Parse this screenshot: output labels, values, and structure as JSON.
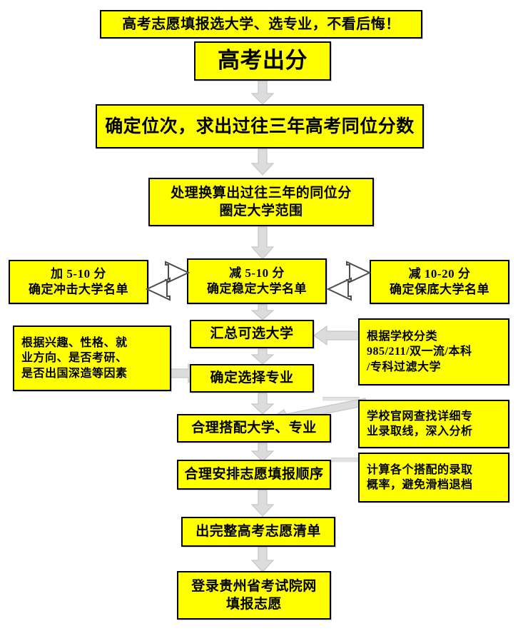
{
  "diagram": {
    "title": "高考志愿填报流程图",
    "palette": {
      "box_fill": "#FFFF00",
      "box_border": "#000000",
      "text": "#000000",
      "gray_arrow_fill": "#DCDCDC",
      "gray_arrow_stroke": "#BFBFBF",
      "white_arrow_fill": "#FFFFFF",
      "white_arrow_stroke": "#4D4D4D",
      "background": "#FFFFFF"
    },
    "nodes": {
      "banner": {
        "line1": "高考志愿填报选大学、选专业，不看后悔！"
      },
      "start": {
        "line1": "高考出分"
      },
      "rank": {
        "line1": "确定位次，求出过往三年高考同位分数"
      },
      "convert": {
        "line1": "处理换算出过往三年的同位分",
        "line2": "圈定大学范围"
      },
      "rush": {
        "line1": "加 5-10 分",
        "line2": "确定冲击大学名单"
      },
      "stable": {
        "line1": "减 5-10 分",
        "line2": "确定稳定大学名单"
      },
      "safety": {
        "line1": "减 10-20 分",
        "line2": "确定保底大学名单"
      },
      "interest": {
        "line1": "根据兴趣、性格、就",
        "line2": "业方向、是否考研、",
        "line3": "是否出国深造等因素"
      },
      "summary": {
        "line1": "汇总可选大学"
      },
      "classify": {
        "line1": "根据学校分类",
        "line2": "985/211/双一流/本科",
        "line3": "/专科过滤大学"
      },
      "major": {
        "line1": "确定选择专业"
      },
      "official": {
        "line1": "学校官网查找详细专",
        "line2": "业录取线，深入分析"
      },
      "match": {
        "line1": "合理搭配大学、专业"
      },
      "probability": {
        "line1": "计算各个搭配的录取",
        "line2": "概率，避免滑档退档"
      },
      "order": {
        "line1": "合理安排志愿填报顺序"
      },
      "finallist": {
        "line1": "出完整高考志愿清单"
      },
      "submit": {
        "line1": "登录贵州省考试院网",
        "line2": "填报志愿"
      }
    }
  }
}
